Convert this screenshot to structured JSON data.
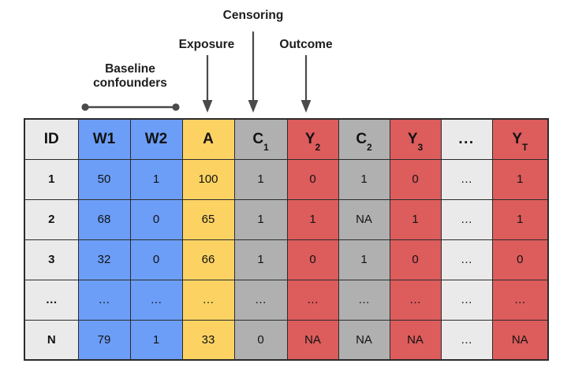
{
  "figure": {
    "type": "longitudinal-data-table-diagram",
    "colors": {
      "id_column": "#EAEAEA",
      "baseline_confounders": "#6C9EF8",
      "exposure": "#FCD362",
      "censoring": "#B0B0B0",
      "outcome": "#DD5C5C",
      "ellipsis_column": "#EAEAEA",
      "border": "#2B2B2B",
      "arrow": "#4A4A4A",
      "text": "#121212",
      "background": "#FFFFFF"
    }
  },
  "annotations": [
    {
      "id": "baseline-confounders",
      "label": "Baseline\nconfounders",
      "marker": "bracket",
      "spans_columns": [
        "W1",
        "W2"
      ]
    },
    {
      "id": "exposure",
      "label": "Exposure",
      "marker": "arrow",
      "points_to_column": "A"
    },
    {
      "id": "censoring",
      "label": "Censoring",
      "marker": "arrow",
      "points_to_column": "C1"
    },
    {
      "id": "outcome",
      "label": "Outcome",
      "marker": "arrow",
      "points_to_column": "Y2"
    }
  ],
  "table": {
    "columns": [
      {
        "key": "ID",
        "base": "ID",
        "sub": "",
        "color_class": "c-id"
      },
      {
        "key": "W1",
        "base": "W1",
        "sub": "",
        "color_class": "c-blue"
      },
      {
        "key": "W2",
        "base": "W2",
        "sub": "",
        "color_class": "c-blue"
      },
      {
        "key": "A",
        "base": "A",
        "sub": "",
        "color_class": "c-yellow"
      },
      {
        "key": "C1",
        "base": "C",
        "sub": "1",
        "color_class": "c-gray"
      },
      {
        "key": "Y2",
        "base": "Y",
        "sub": "2",
        "color_class": "c-red"
      },
      {
        "key": "C2",
        "base": "C",
        "sub": "2",
        "color_class": "c-gray"
      },
      {
        "key": "Y3",
        "base": "Y",
        "sub": "3",
        "color_class": "c-red"
      },
      {
        "key": "ELLIPSIS",
        "base": "...",
        "sub": "",
        "color_class": "c-light"
      },
      {
        "key": "YT",
        "base": "Y",
        "sub": "T",
        "color_class": "c-red"
      }
    ],
    "rows": [
      {
        "cells": [
          "1",
          "50",
          "1",
          "100",
          "1",
          "0",
          "1",
          "0",
          "…",
          "1"
        ]
      },
      {
        "cells": [
          "2",
          "68",
          "0",
          "65",
          "1",
          "1",
          "NA",
          "1",
          "…",
          "1"
        ]
      },
      {
        "cells": [
          "3",
          "32",
          "0",
          "66",
          "1",
          "0",
          "1",
          "0",
          "…",
          "0"
        ]
      },
      {
        "cells": [
          "…",
          "…",
          "…",
          "…",
          "…",
          "…",
          "…",
          "…",
          "…",
          "…"
        ]
      },
      {
        "cells": [
          "N",
          "79",
          "1",
          "33",
          "0",
          "NA",
          "NA",
          "NA",
          "…",
          "NA"
        ]
      }
    ]
  },
  "chart_data": {
    "type": "table",
    "title": "",
    "columns": [
      "ID",
      "W1",
      "W2",
      "A",
      "C1",
      "Y2",
      "C2",
      "Y3",
      "...",
      "YT"
    ],
    "column_roles": [
      "identifier",
      "baseline confounder",
      "baseline confounder",
      "exposure",
      "censoring",
      "outcome",
      "censoring",
      "outcome",
      "ellipsis",
      "outcome"
    ],
    "rows": [
      [
        "1",
        "50",
        "1",
        "100",
        "1",
        "0",
        "1",
        "0",
        "…",
        "1"
      ],
      [
        "2",
        "68",
        "0",
        "65",
        "1",
        "1",
        "NA",
        "1",
        "…",
        "1"
      ],
      [
        "3",
        "32",
        "0",
        "66",
        "1",
        "0",
        "1",
        "0",
        "…",
        "0"
      ],
      [
        "…",
        "…",
        "…",
        "…",
        "…",
        "…",
        "…",
        "…",
        "…",
        "…"
      ],
      [
        "N",
        "79",
        "1",
        "33",
        "0",
        "NA",
        "NA",
        "NA",
        "…",
        "NA"
      ]
    ]
  }
}
